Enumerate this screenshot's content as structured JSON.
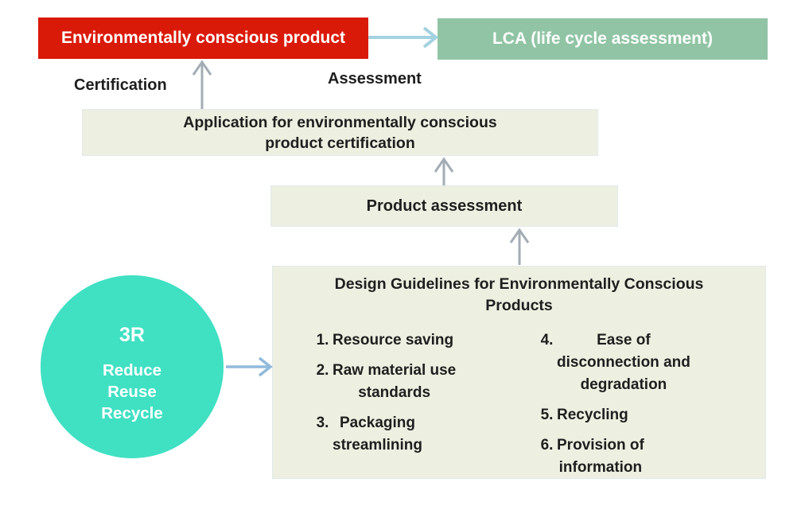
{
  "colors": {
    "red-box": "#da1a09",
    "green-box": "#90c4a4",
    "light-box": "#edf0e1",
    "light-box-border": "#e3e9ec",
    "circle": "#40e0c3",
    "gray-arrow": "#a3adb5",
    "blue-arrow-top": "#a3d2e0",
    "blue-arrow-circle": "#90badb",
    "text-dark": "#1e1e1e",
    "text-light": "#ffffff"
  },
  "top_flow": {
    "product_box": "Environmentally conscious product",
    "lca_box": "LCA (life cycle assessment)",
    "certification_label": "Certification",
    "assessment_label": "Assessment"
  },
  "application_box": "Application for environmentally conscious\nproduct certification",
  "product_assessment_box": "Product assessment",
  "guidelines": {
    "title": "Design Guidelines for Environmentally Conscious\nProducts",
    "col1": [
      {
        "num": "1.",
        "text": "Resource saving"
      },
      {
        "num": "2.",
        "text": "Raw material use\nstandards"
      },
      {
        "num": "3.",
        "text": "Packaging\nstreamlining"
      }
    ],
    "col2": [
      {
        "num": "4.",
        "text": "Ease of\ndisconnection and\ndegradation"
      },
      {
        "num": "5.",
        "text": "Recycling"
      },
      {
        "num": "6.",
        "text": "Provision of\ninformation"
      }
    ]
  },
  "circle": {
    "title": "3R",
    "lines": "Reduce\nReuse\nRecycle"
  }
}
